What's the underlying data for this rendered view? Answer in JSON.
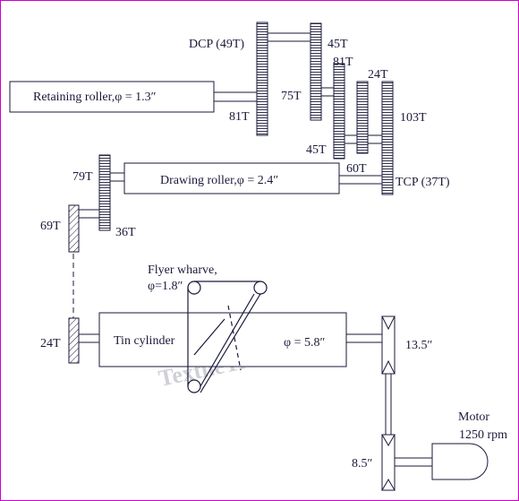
{
  "labels": {
    "dcp": "DCP (49T)",
    "g45a": "45T",
    "g81a": "81T",
    "g24a": "24T",
    "g75": "75T",
    "g103": "103T",
    "g81b": "81T",
    "g45b": "45T",
    "g60": "60T",
    "tcp": "TCP (37T)",
    "retaining": "Retaining roller,φ = 1.3″",
    "drawing": "Drawing roller,φ = 2.4″",
    "g79": "79T",
    "g69": "69T",
    "g36": "36T",
    "flyer1": "Flyer wharve,",
    "flyer2": "φ=1.8″",
    "tin": "Tin cylinder",
    "tinphi": "φ = 5.8″",
    "g24b": "24T",
    "p135": "13.5″",
    "p85": "8.5″",
    "motor1": "Motor",
    "motor2": "1250 rpm"
  },
  "watermark": "TextileTrainer.com",
  "colors": {
    "border": "#cc00cc",
    "ink": "#1a1a3a"
  }
}
